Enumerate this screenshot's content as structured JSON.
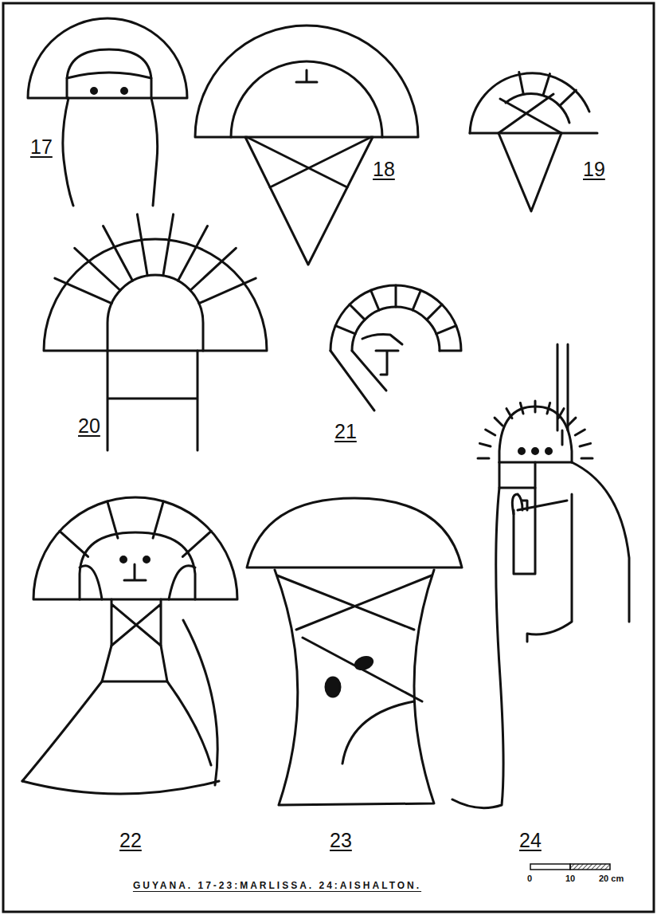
{
  "diagram": {
    "caption": "GUYANA. 17-23:MARLISSA. 24:AISHALTON.",
    "labels": [
      "17",
      "18",
      "19",
      "20",
      "21",
      "22",
      "23",
      "24",
      "0",
      "10",
      "20 cm"
    ]
  }
}
